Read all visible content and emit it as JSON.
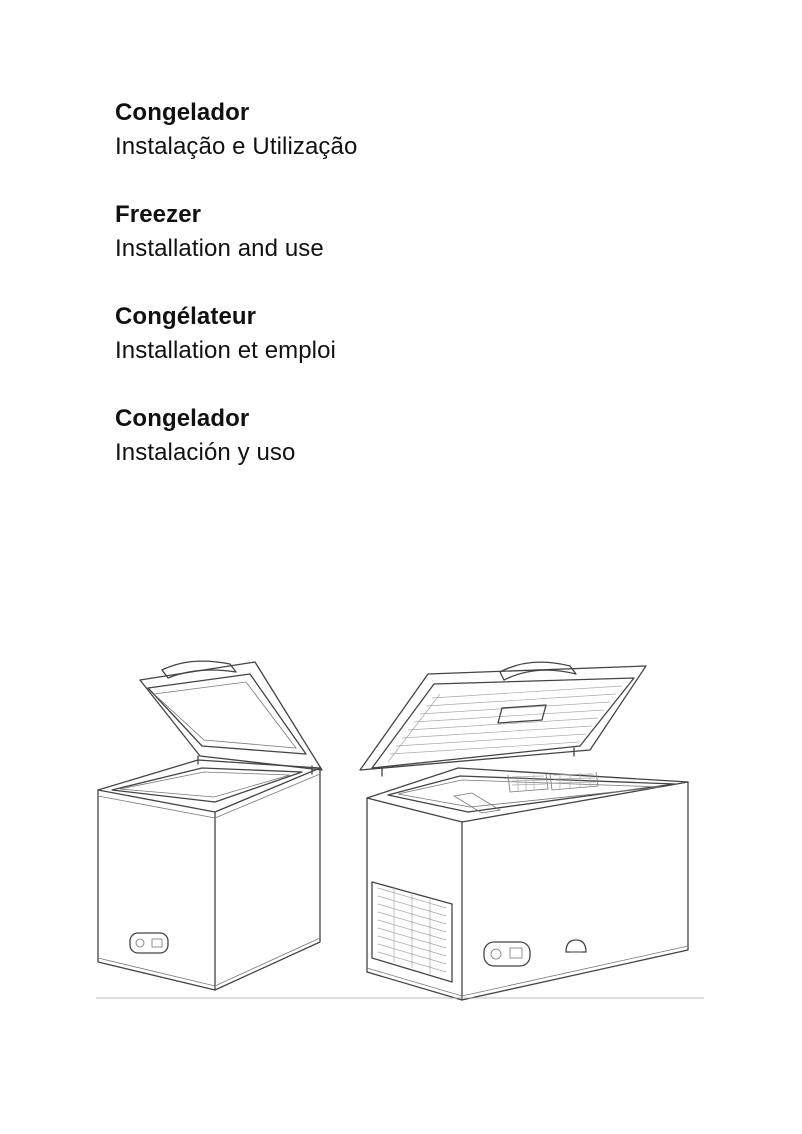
{
  "sections": [
    {
      "title": "Congelador",
      "subtitle": "Instalação e Utilização"
    },
    {
      "title": "Freezer",
      "subtitle": "Installation and use"
    },
    {
      "title": "Congélateur",
      "subtitle": "Installation et emploi"
    },
    {
      "title": "Congelador",
      "subtitle": "Instalación y uso"
    }
  ]
}
